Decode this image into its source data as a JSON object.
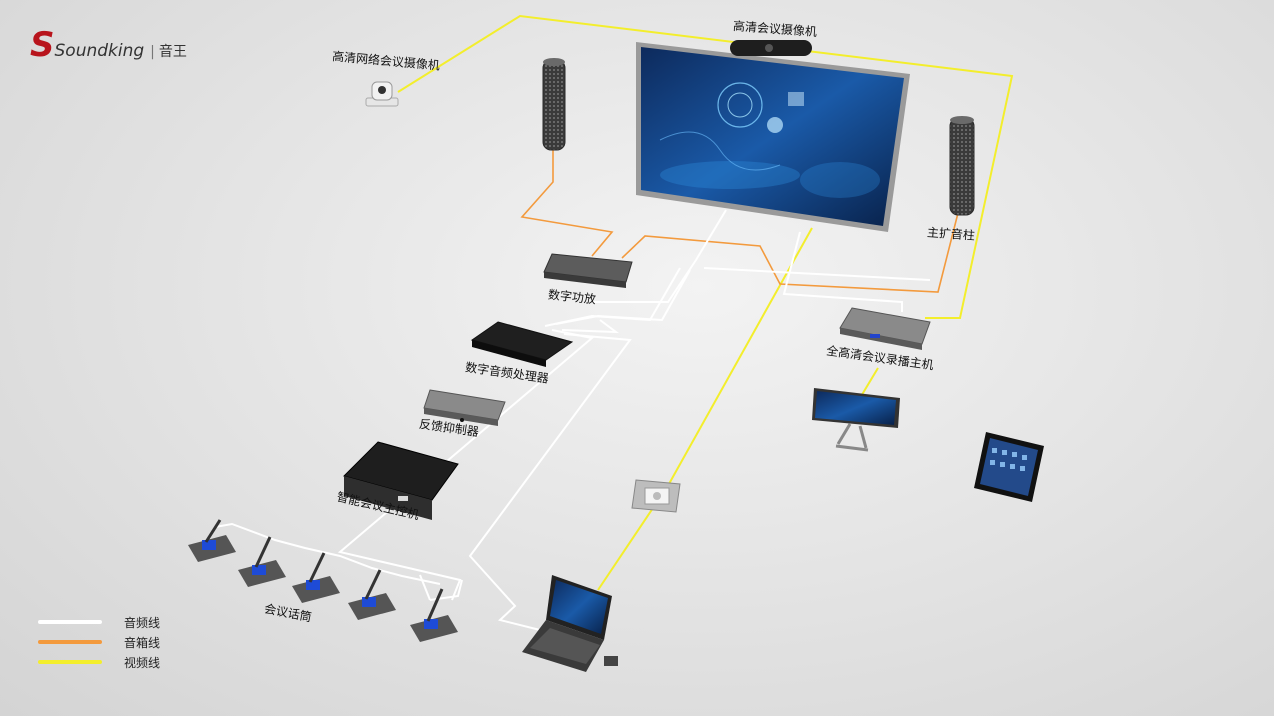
{
  "brand": {
    "logo_text": "Soundking",
    "chinese_name": "音王"
  },
  "devices": {
    "hd_network_camera": "高清网络会议摄像机",
    "hd_meeting_camera": "高清会议摄像机",
    "main_speaker_column": "主扩音柱",
    "digital_amplifier": "数字功放",
    "digital_audio_processor": "数字音频处理器",
    "feedback_suppressor": "反馈抑制器",
    "smart_conference_controller": "智能会议主控机",
    "conference_microphones": "会议话筒",
    "full_hd_recording_host": "全高清会议录播主机"
  },
  "legend": [
    {
      "label": "音频线",
      "color": "#ffffff"
    },
    {
      "label": "音箱线",
      "color": "#f39a3d"
    },
    {
      "label": "视频线",
      "color": "#f3ee2c"
    }
  ],
  "colors": {
    "audio_line": "#ffffff",
    "speaker_line": "#f39a3d",
    "video_line": "#f3ee2c",
    "brand_red": "#b8141c"
  }
}
